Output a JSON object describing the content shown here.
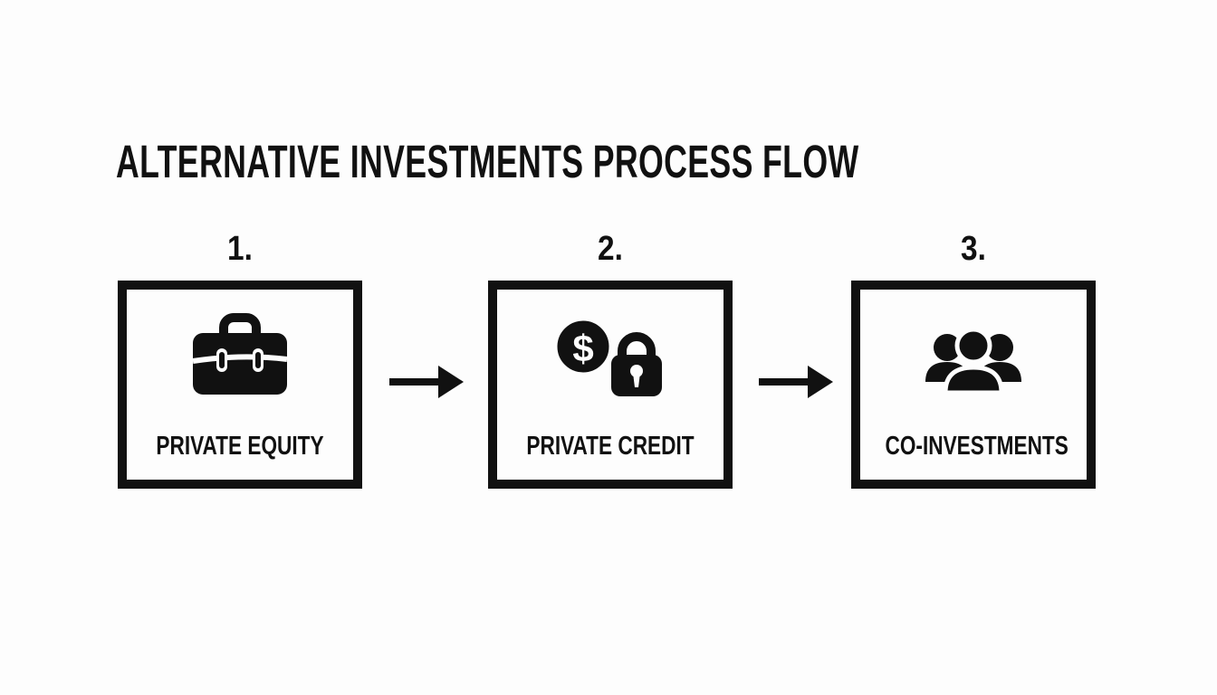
{
  "title": "ALTERNATIVE INVESTMENTS PROCESS FLOW",
  "steps": [
    {
      "number": "1.",
      "label": "PRIVATE EQUITY",
      "icon": "briefcase-icon"
    },
    {
      "number": "2.",
      "label": "PRIVATE CREDIT",
      "icon": "dollar-lock-icon"
    },
    {
      "number": "3.",
      "label": "CO-INVESTMENTS",
      "icon": "people-group-icon"
    }
  ],
  "colors": {
    "ink": "#111111",
    "background": "#fdfdfd"
  }
}
